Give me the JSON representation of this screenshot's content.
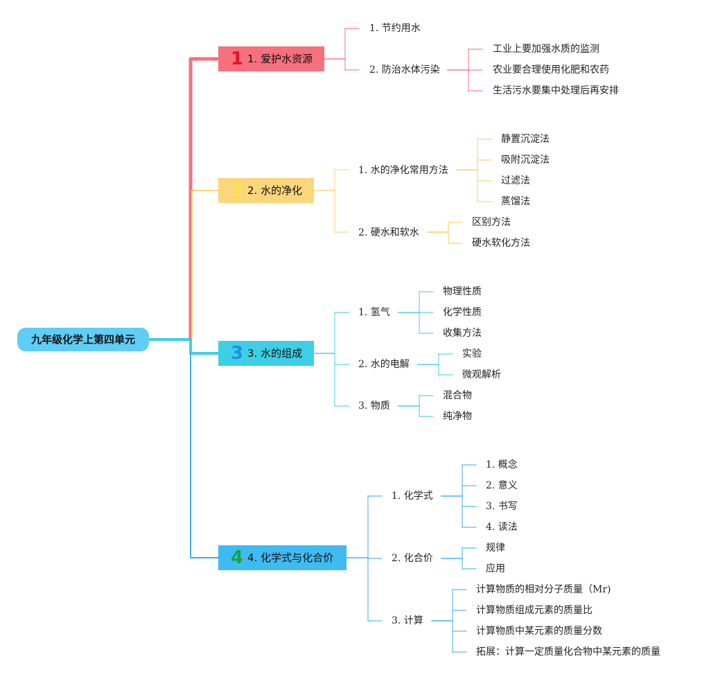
{
  "root": {
    "label": "九年级化学上第四单元",
    "color": "#5fcdf6"
  },
  "branches": [
    {
      "id": "b1",
      "num": "1",
      "label": "1. 爱护水资源",
      "bg": "#f7707d",
      "line": "#f7707d",
      "num_color": "#e0142e",
      "children": [
        {
          "label": "1. 节约用水",
          "children": []
        },
        {
          "label": "2. 防治水体污染",
          "children": [
            {
              "label": "工业上要加强水质的监测"
            },
            {
              "label": "农业要合理使用化肥和农药"
            },
            {
              "label": "生活污水要集中处理后再安排"
            }
          ]
        }
      ]
    },
    {
      "id": "b2",
      "num": "2",
      "label": "2. 水的净化",
      "bg": "#fbd67b",
      "line": "#fbd67b",
      "num_color": "#ffe24a",
      "children": [
        {
          "label": "1. 水的净化常用方法",
          "children": [
            {
              "label": "静置沉淀法"
            },
            {
              "label": "吸附沉淀法"
            },
            {
              "label": "过滤法"
            },
            {
              "label": "蒸馏法"
            }
          ]
        },
        {
          "label": "2. 硬水和软水",
          "children": [
            {
              "label": "区别方法"
            },
            {
              "label": "硬水软化方法"
            }
          ]
        }
      ]
    },
    {
      "id": "b3",
      "num": "3",
      "label": "3. 水的组成",
      "bg": "#3ccfe6",
      "line": "#3ccfe6",
      "num_color": "#1e90e8",
      "children": [
        {
          "label": "1. 氢气",
          "children": [
            {
              "label": "物理性质"
            },
            {
              "label": "化学性质"
            },
            {
              "label": "收集方法"
            }
          ]
        },
        {
          "label": "2. 水的电解",
          "children": [
            {
              "label": "实验"
            },
            {
              "label": "微观解析"
            }
          ]
        },
        {
          "label": "3. 物质",
          "children": [
            {
              "label": "混合物"
            },
            {
              "label": "纯净物"
            }
          ]
        }
      ]
    },
    {
      "id": "b4",
      "num": "4",
      "label": "4. 化学式与化合价",
      "bg": "#3fbbf2",
      "line": "#3aaee3",
      "num_color": "#16a34a",
      "children": [
        {
          "label": "1. 化学式",
          "children": [
            {
              "label": "1. 概念"
            },
            {
              "label": "2. 意义"
            },
            {
              "label": "3. 书写"
            },
            {
              "label": "4. 读法"
            }
          ]
        },
        {
          "label": "2. 化合价",
          "children": [
            {
              "label": "规律"
            },
            {
              "label": "应用"
            }
          ]
        },
        {
          "label": "3. 计算",
          "children": [
            {
              "label": "计算物质的相对分子质量（Mr)"
            },
            {
              "label": "计算物质组成元素的质量比"
            },
            {
              "label": "计算物质中某元素的质量分数"
            },
            {
              "label": "拓展：计算一定质量化合物中某元素的质量"
            }
          ]
        }
      ]
    }
  ]
}
